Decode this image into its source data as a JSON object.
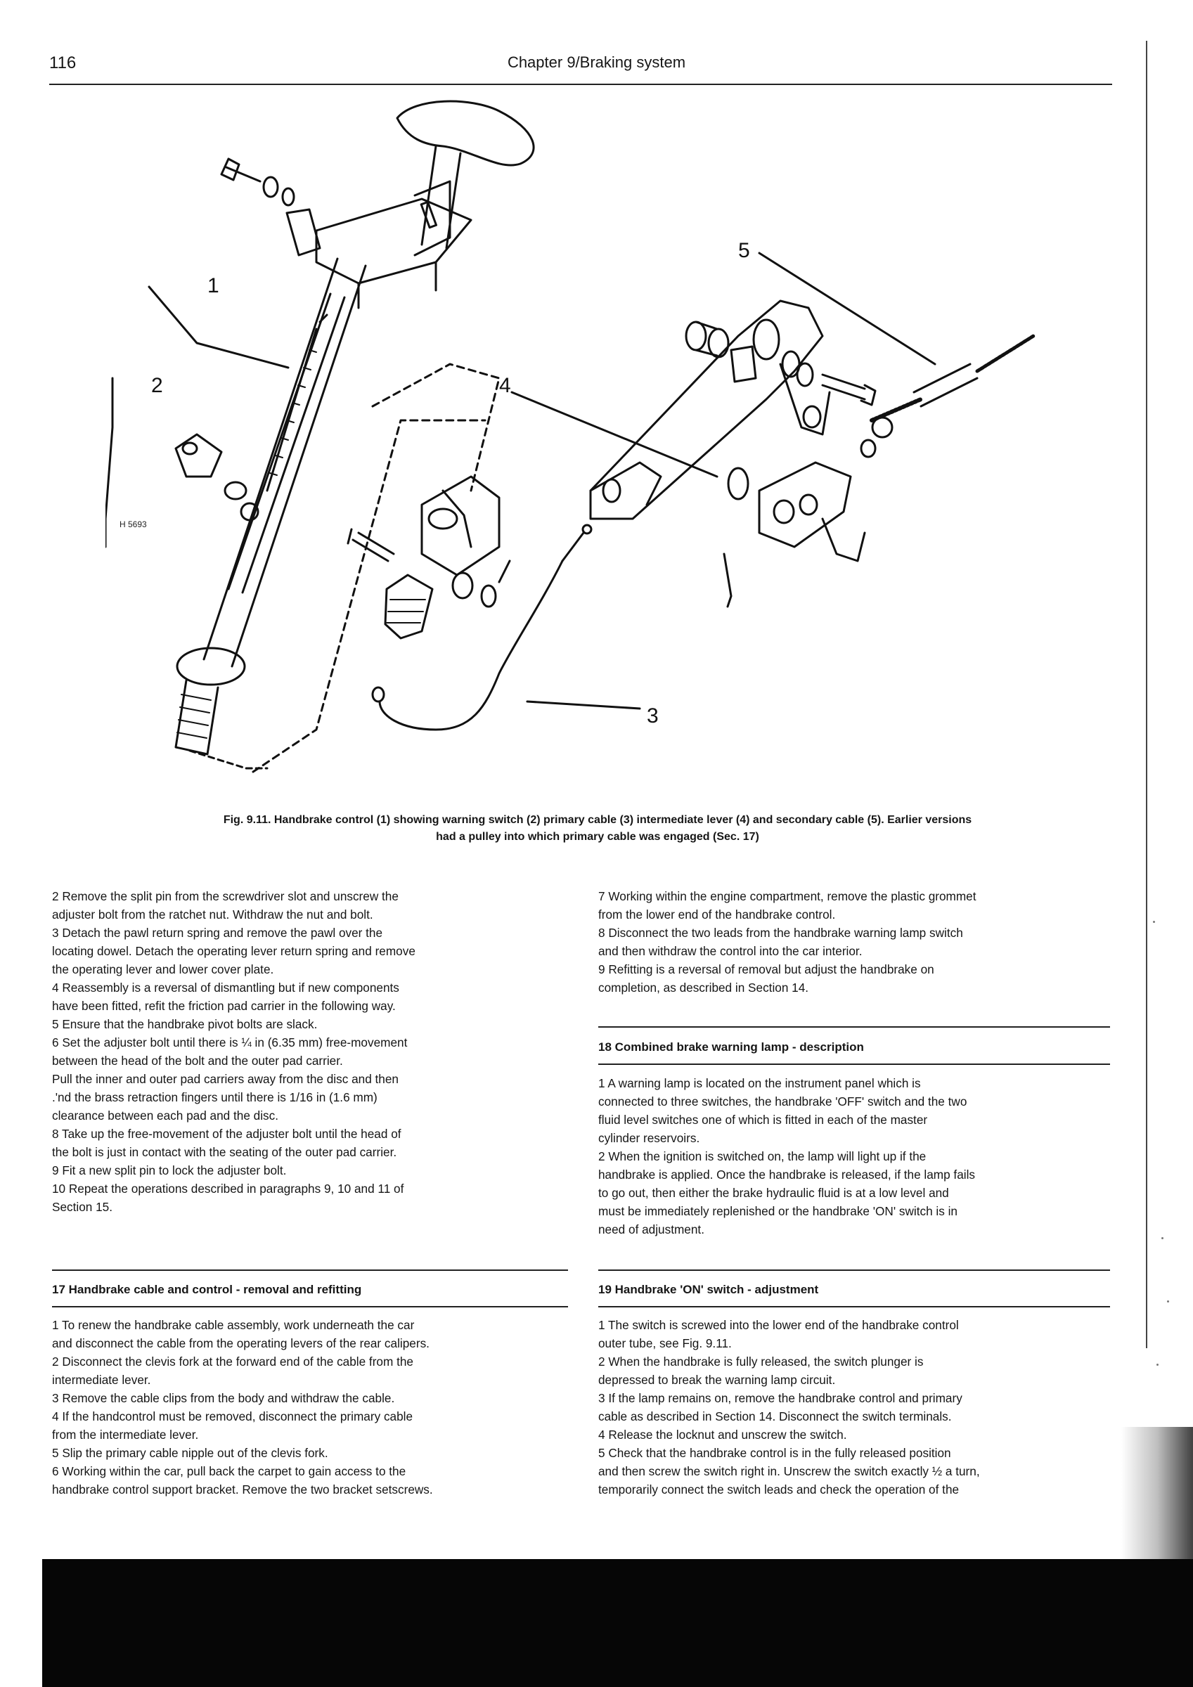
{
  "header": {
    "page_number": "116",
    "chapter": "Chapter 9/Braking system"
  },
  "figure": {
    "callouts": [
      "1",
      "2",
      "3",
      "4",
      "5"
    ],
    "drawing_code": "H 5693",
    "caption_line1": "Fig. 9.11. Handbrake control (1) showing warning switch (2) primary cable (3) intermediate lever (4) and secondary cable (5). Earlier versions",
    "caption_line2": "had a pulley into which primary cable was engaged (Sec. 17)"
  },
  "left_column": {
    "continued_lines": [
      "2   Remove the split pin from the screwdriver slot and unscrew the",
      "adjuster bolt from the ratchet nut. Withdraw the nut and bolt.",
      "3   Detach the pawl return spring and remove the pawl over the",
      "locating dowel. Detach the operating lever return spring and remove",
      "the operating lever and lower cover plate.",
      "4   Reassembly is a reversal of dismantling but if new components",
      "have been fitted, refit the friction pad carrier in the following way.",
      "5   Ensure that the handbrake pivot bolts are slack.",
      "6   Set the adjuster bolt until there is ¼ in (6.35 mm) free-movement",
      "between the head of the bolt and the outer pad carrier.",
      "   Pull the inner and outer pad carriers away from the disc and then",
      ".'nd the brass retraction fingers until there is 1/16 in (1.6 mm)",
      "clearance between each pad and the disc.",
      "8   Take up the free-movement of the adjuster bolt until the head of",
      "the bolt is just in contact with the seating of the outer pad carrier.",
      "9   Fit a new split pin to lock the adjuster bolt.",
      "10  Repeat the operations described in paragraphs 9, 10 and 11 of",
      "Section 15."
    ],
    "section17_heading": "17 Handbrake cable and control - removal and refitting",
    "section17_lines": [
      "1   To renew the handbrake cable assembly, work underneath the car",
      "and disconnect the cable from the operating levers of the rear calipers.",
      "2   Disconnect the clevis fork at the forward end of the cable from the",
      "intermediate lever.",
      "3   Remove the cable clips from the body and withdraw the cable.",
      "4   If the handcontrol must be removed, disconnect the primary cable",
      "from the intermediate lever.",
      "5   Slip the primary cable nipple out of the clevis fork.",
      "6   Working within the car, pull back the carpet to gain access to the",
      "handbrake control support bracket. Remove the two bracket setscrews."
    ]
  },
  "right_column": {
    "continued_lines": [
      "7   Working within the engine compartment, remove the plastic grommet",
      "from the lower end of the handbrake control.",
      "8   Disconnect the two leads from the handbrake warning lamp switch",
      "and then withdraw the control into the car interior.",
      "9   Refitting is a reversal of removal but adjust the handbrake on",
      "completion, as described in Section 14."
    ],
    "section18_heading": "18 Combined brake warning lamp - description",
    "section18_lines": [
      "1   A warning lamp is located on the instrument panel which is",
      "connected to three switches, the handbrake 'OFF' switch and the two",
      "fluid level switches one of which is fitted in each of the master",
      "cylinder reservoirs.",
      "2   When the ignition is switched on, the lamp will light up if the",
      "handbrake is applied. Once the handbrake is released, if the lamp fails",
      "to go out, then either the brake hydraulic fluid is at a low level and",
      "must be immediately replenished or the handbrake 'ON' switch is in",
      "need of adjustment."
    ],
    "section19_heading": "19 Handbrake 'ON' switch - adjustment",
    "section19_lines": [
      "1   The switch is screwed into the lower end of the handbrake control",
      "outer tube, see Fig. 9.11.",
      "2   When the handbrake is fully released, the switch plunger is",
      "depressed to break the warning lamp circuit.",
      "3   If the lamp remains on, remove the handbrake control and primary",
      "cable as described in Section 14. Disconnect the switch terminals.",
      "4   Release the locknut and unscrew the switch.",
      "5   Check that the handbrake control is in the fully released position",
      "and then screw the switch right in. Unscrew the switch exactly ½ a turn,",
      "temporarily connect the switch leads and check the operation of the"
    ]
  }
}
